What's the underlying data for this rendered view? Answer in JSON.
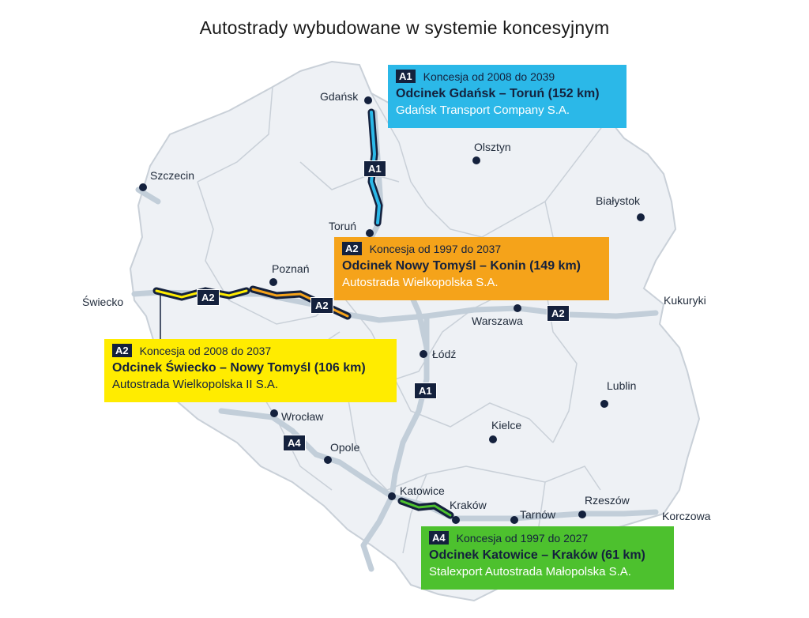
{
  "title": "Autostrady wybudowane w systemie koncesyjnym",
  "colors": {
    "land": "#eef1f5",
    "border": "#c9d0d8",
    "road": "#c2ced9",
    "navy": "#14213d",
    "a1_box": "#2bb8e8",
    "a2_orange_box": "#f5a31a",
    "a2_yellow_box": "#ffec00",
    "a4_box": "#4dc12e"
  },
  "cities": [
    {
      "name": "Gdańsk"
    },
    {
      "name": "Olsztyn"
    },
    {
      "name": "Szczecin"
    },
    {
      "name": "Białystok"
    },
    {
      "name": "Toruń"
    },
    {
      "name": "Poznań"
    },
    {
      "name": "Świecko"
    },
    {
      "name": "Kukuryki"
    },
    {
      "name": "Warszawa"
    },
    {
      "name": "Łódź"
    },
    {
      "name": "Lublin"
    },
    {
      "name": "Wrocław"
    },
    {
      "name": "Opole"
    },
    {
      "name": "Kielce"
    },
    {
      "name": "Katowice"
    },
    {
      "name": "Kraków"
    },
    {
      "name": "Tarnów"
    },
    {
      "name": "Rzeszów"
    },
    {
      "name": "Korczowa"
    }
  ],
  "road_badges": [
    "A1",
    "A2",
    "A2",
    "A2",
    "A1",
    "A4"
  ],
  "concessions": [
    {
      "code": "A1",
      "period": "Koncesja od 2008 do 2039",
      "section": "Odcinek Gdańsk – Toruń (152 km)",
      "operator": "Gdańsk Transport Company S.A."
    },
    {
      "code": "A2",
      "period": "Koncesja od 1997 do 2037",
      "section": "Odcinek Nowy Tomyśl – Konin (149 km)",
      "operator": "Autostrada Wielkopolska S.A."
    },
    {
      "code": "A2",
      "period": "Koncesja od 2008 do 2037",
      "section": "Odcinek Świecko – Nowy Tomyśl (106 km)",
      "operator": "Autostrada Wielkopolska II S.A."
    },
    {
      "code": "A4",
      "period": "Koncesja od 1997 do 2027",
      "section": "Odcinek Katowice – Kraków (61 km)",
      "operator": "Stalexport Autostrada Małopolska S.A."
    }
  ]
}
